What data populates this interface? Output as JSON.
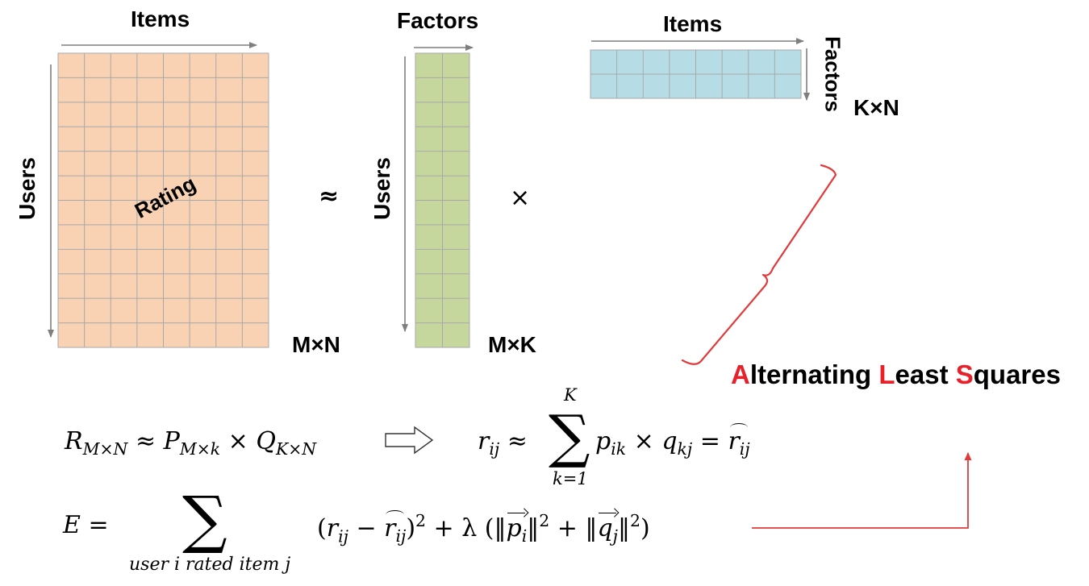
{
  "labels": {
    "items_1": "Items",
    "factors_2": "Factors",
    "items_3": "Items",
    "users_1": "Users",
    "users_2": "Users",
    "factors_3": "Factors",
    "rating": "Rating"
  },
  "dims": {
    "mn": "M×N",
    "mk": "M×K",
    "kn": "K×N"
  },
  "ops": {
    "approx": "≈",
    "times": "×"
  },
  "als_title": {
    "a": "A",
    "a_rest": "lternating ",
    "l": "L",
    "l_rest": "east ",
    "s": "S",
    "s_rest": "quares"
  },
  "equations": {
    "eq1": {
      "R": "R",
      "R_sub": "M×N",
      "approx": " ≈  ",
      "P": "P",
      "P_sub": "M×k",
      "times": " × ",
      "Q": "Q",
      "Q_sub": "K×N"
    },
    "eq2": {
      "r": "r",
      "r_sub": "ij",
      "approx": " ≈",
      "sum_top": "K",
      "sum_sign": "∑",
      "sum_bottom": "k=1",
      "p": "p",
      "p_sub": "ik",
      "times": " × ",
      "q": "q",
      "q_sub": "kj",
      "equals": " = ",
      "rhat": "r",
      "rhat_sub": "ij"
    },
    "eq3": {
      "E": "E",
      "equals": " =",
      "sum_sign": "∑",
      "sum_bottom": "user i rated item j",
      "open": "(",
      "r": "r",
      "r_sub": "ij",
      "minus": "  − ",
      "rhat": "r",
      "rhat_sub": "ij",
      "close_sq": ")",
      "sq": "2",
      "plus_lambda": " + λ (‖",
      "p": "p",
      "p_sub": "i",
      "norm_close_p": "‖",
      "sq2": "2",
      "plus": " + ‖",
      "q": "q",
      "q_sub": "j",
      "norm_close_q": "‖",
      "sq3": "2",
      "close": ")"
    }
  },
  "colors": {
    "rating_fill": "#f9d2b4",
    "users_factor_fill": "#c6d79e",
    "item_factor_fill": "#b6dde6",
    "grid_line": "#a8a8a8",
    "axis_arrow": "#7f7f7f",
    "accent_red": "#e8202a",
    "brace_red": "#e03a3a"
  },
  "matrices": {
    "rating": {
      "rows": 12,
      "cols": 8
    },
    "user_factors": {
      "rows": 12,
      "cols": 2
    },
    "item_factors": {
      "rows": 2,
      "cols": 8
    }
  },
  "icons": {
    "implies_arrow": "hollow-right-arrow-icon",
    "curly_brace": "curly-brace-icon",
    "feedback_arrow": "up-arrow-connector-icon"
  }
}
